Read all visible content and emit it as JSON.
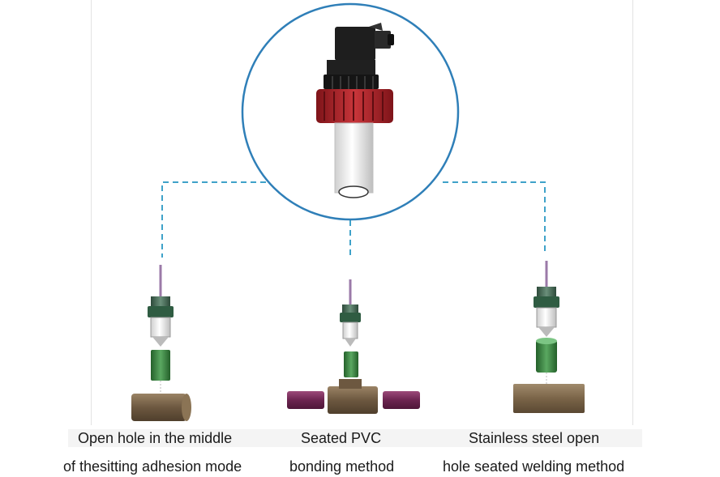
{
  "captions": {
    "left": {
      "line1": "Open hole in the middle",
      "line2": "of thesitting adhesion mode"
    },
    "center": {
      "line1": "Seated PVC",
      "line2": "bonding method"
    },
    "right": {
      "line1": "Stainless steel open",
      "line2": "hole seated welding method"
    }
  },
  "colors": {
    "circle": "#2f7fb8",
    "dashed_connector": "#3fa2c9",
    "sensor_red_nut": "#b3262c",
    "sensor_black_head": "#1e1e1e",
    "fitting_green": "#3e8a45",
    "pipe_brown": "#7b6448",
    "pipe_purple": "#7a2e5c",
    "steel_pipe": "#7d6a52"
  },
  "icons": [
    "pressure-transmitter-icon",
    "pipe-fitting-icon"
  ]
}
